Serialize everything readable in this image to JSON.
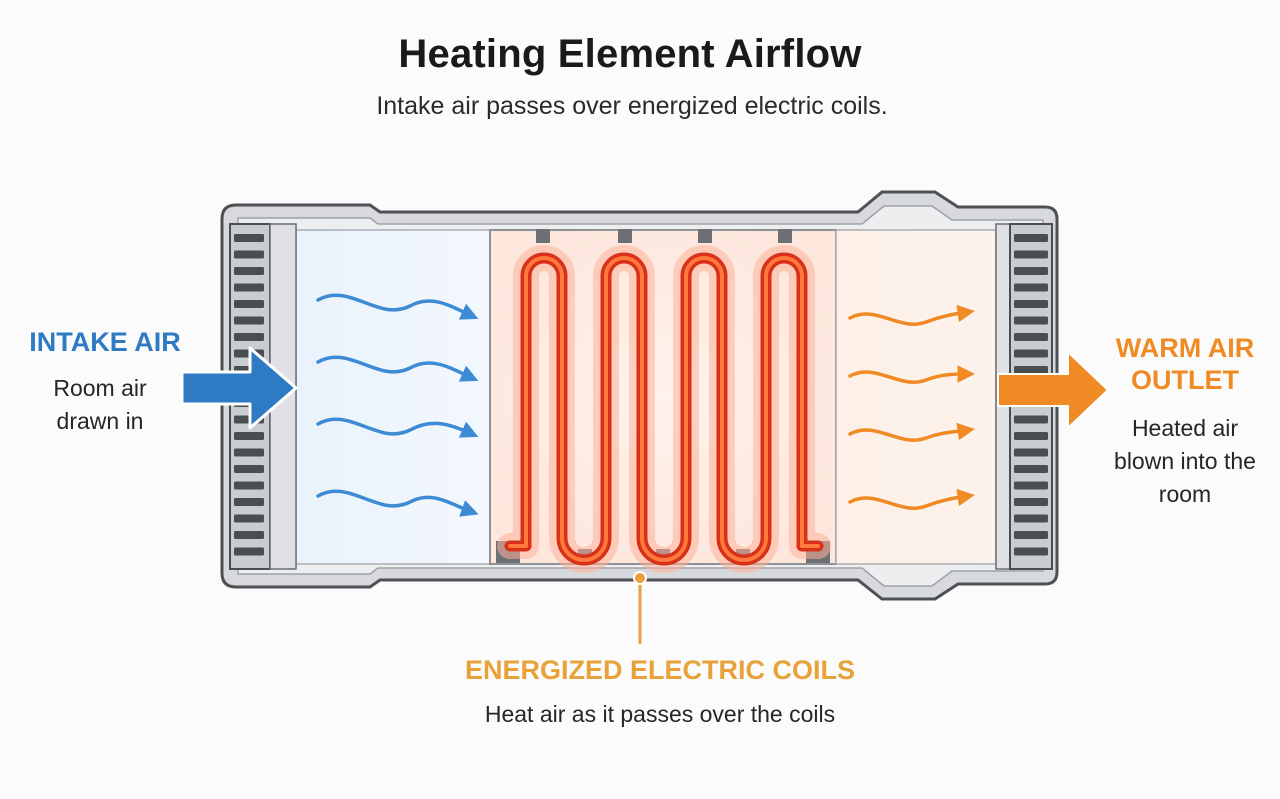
{
  "title": "Heating Element Airflow",
  "subtitle": "Intake air passes over energized electric coils.",
  "labels": {
    "intake": {
      "heading": "INTAKE AIR",
      "description": "Room air drawn in"
    },
    "outlet": {
      "heading": "WARM AIR OUTLET",
      "description": "Heated air blown into the room"
    },
    "coils": {
      "heading": "ENERGIZED ELECTRIC COILS",
      "description": "Heat air as it passes over the coils"
    }
  },
  "colors": {
    "intake_blue": "#2e7bc4",
    "warm_orange": "#f08a25",
    "coil_red": "#e23a1c",
    "coil_label_gold": "#e9a23a",
    "housing_gray": "#8e9297",
    "grille_dark": "#4a4d52"
  },
  "icons": {
    "intake_arrow": "arrow-right-icon",
    "outlet_arrow": "arrow-right-icon",
    "airflow": "wavy-arrow-icon"
  }
}
